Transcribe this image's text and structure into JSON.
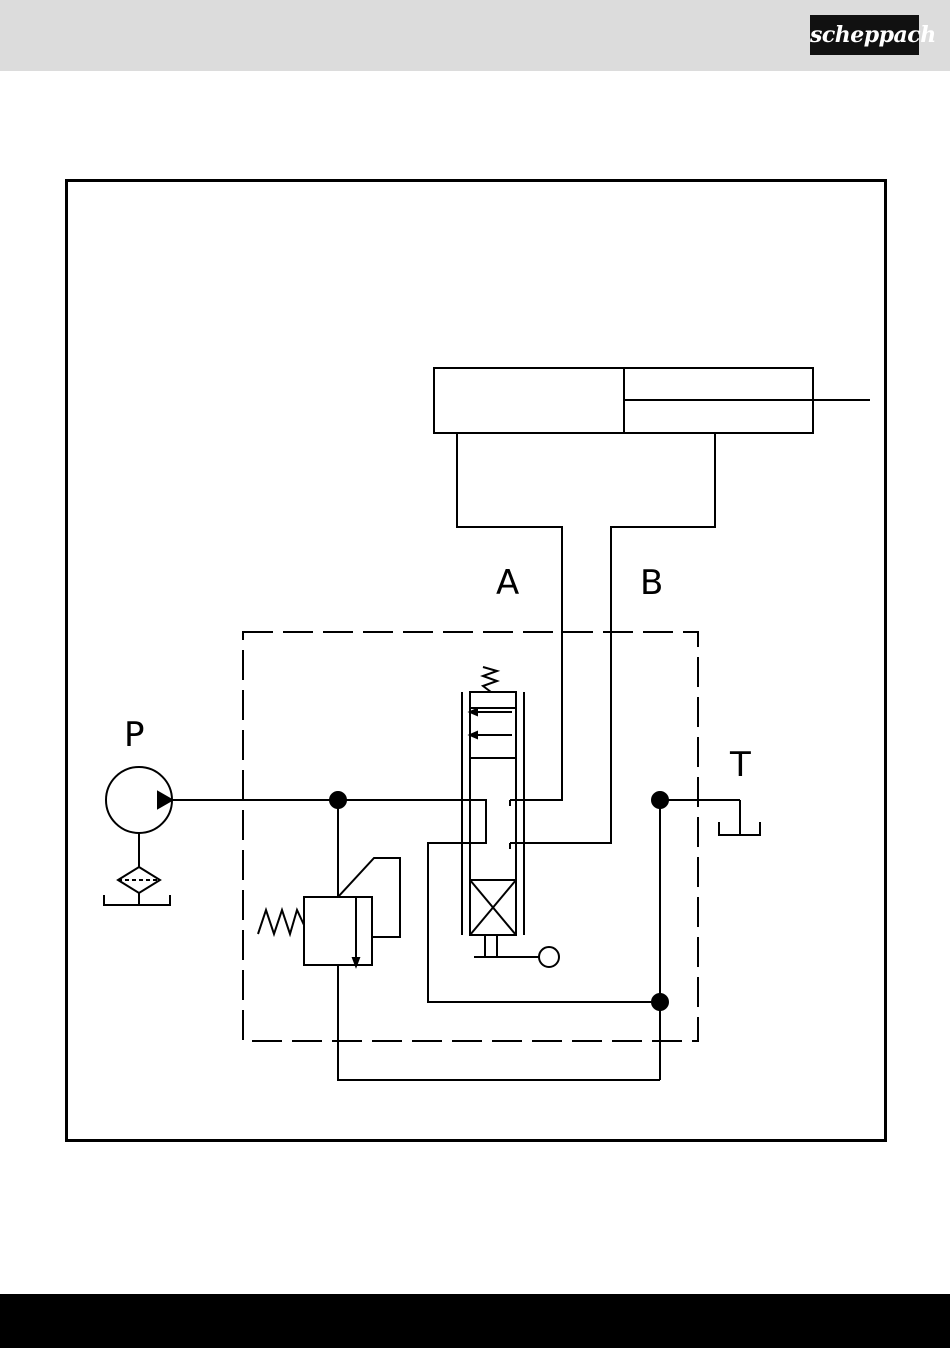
{
  "header": {
    "brand": "scheppach",
    "background_color": "#dcdcdc"
  },
  "diagram": {
    "ports": {
      "a": "A",
      "b": "B",
      "p": "P",
      "t": "T"
    },
    "line_color": "#000000"
  },
  "footer": {
    "background_color": "#000000"
  }
}
